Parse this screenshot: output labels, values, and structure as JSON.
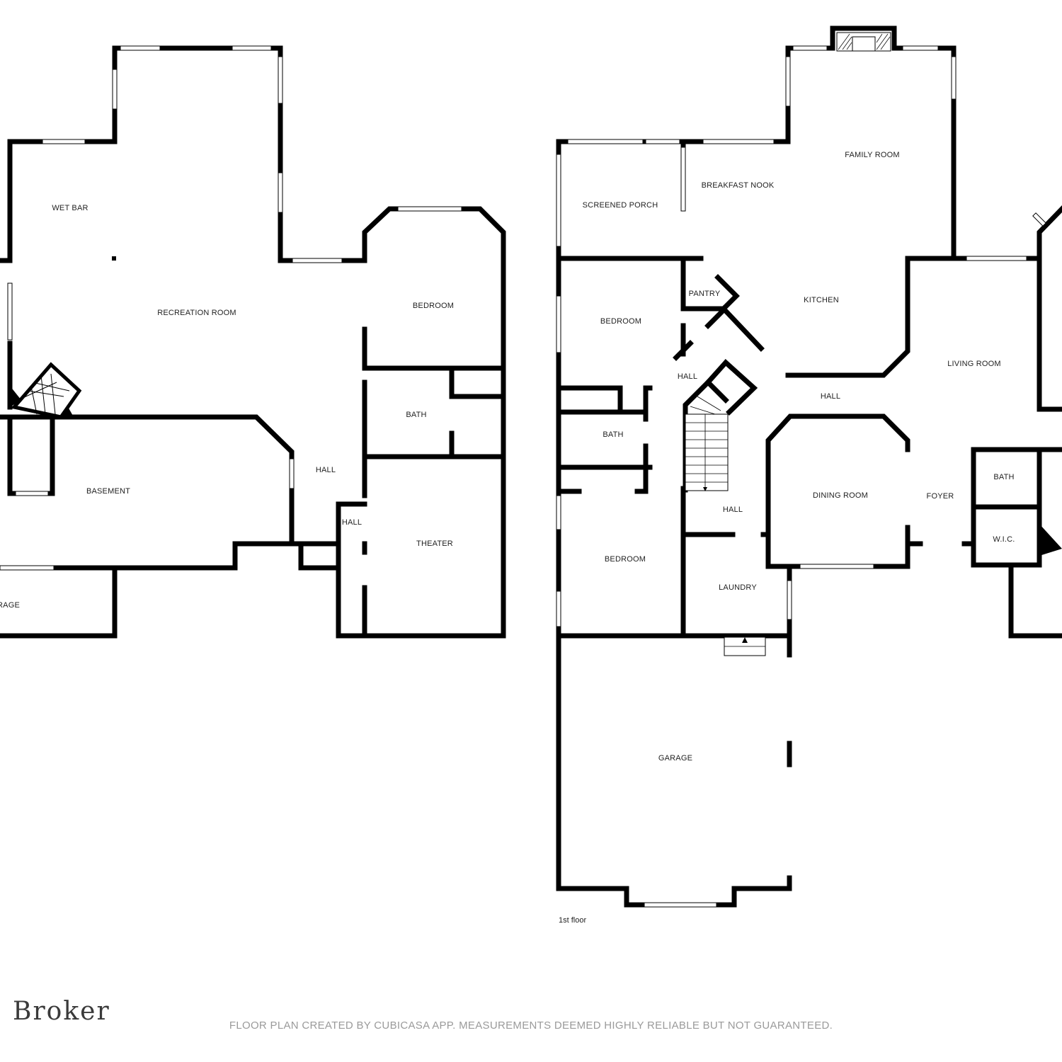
{
  "basement": {
    "rooms": {
      "wet_bar": "WET BAR",
      "recreation_room": "RECREATION ROOM",
      "bedroom": "BEDROOM",
      "bath": "BATH",
      "basement": "BASEMENT",
      "hall": "HALL",
      "hall_small": "HALL",
      "theater": "THEATER",
      "storage_partial": "RAGE"
    }
  },
  "first_floor": {
    "label": "1st floor",
    "rooms": {
      "screened_porch": "SCREENED PORCH",
      "breakfast_nook": "BREAKFAST NOOK",
      "family_room": "FAMILY ROOM",
      "pantry": "PANTRY",
      "kitchen": "KITCHEN",
      "bedroom_upper": "BEDROOM",
      "hall_upper": "HALL",
      "hall_center": "HALL",
      "living_room": "LIVING ROOM",
      "bath": "BATH",
      "dining_room": "DINING ROOM",
      "foyer": "FOYER",
      "hall_lower": "HALL",
      "bath_right": "BATH",
      "wic": "W.I.C.",
      "bedroom_lower": "BEDROOM",
      "laundry": "LAUNDRY",
      "garage": "GARAGE"
    }
  },
  "footer": {
    "disclaimer": "FLOOR PLAN CREATED BY CUBICASA APP. MEASUREMENTS DEEMED HIGHLY RELIABLE BUT NOT GUARANTEED.",
    "brand": "Broker"
  }
}
